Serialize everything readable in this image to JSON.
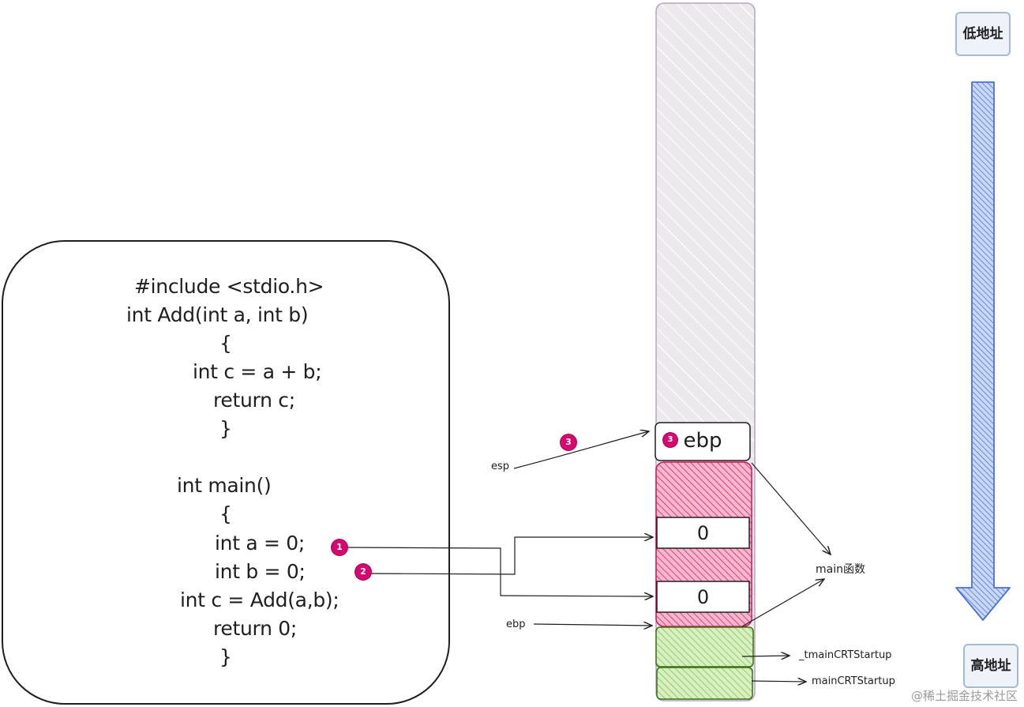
{
  "code": {
    "lines": [
      "#include <stdio.h>",
      "int Add(int a, int b)",
      "{",
      "int c = a + b;",
      "return c;",
      "}",
      "int main()",
      "{",
      "int a = 0;",
      "int b = 0;",
      "int c = Add(a,b);",
      "return 0;",
      "}"
    ]
  },
  "stack": {
    "top_cell_label": "ebp",
    "top_cell_badge": "3",
    "cell_a_value": "0",
    "cell_b_value": "0"
  },
  "badges": {
    "one": "1",
    "two": "2",
    "three": "3"
  },
  "labels": {
    "esp": "esp",
    "ebp": "ebp",
    "main_func": "main函数",
    "tmain_crt": "_tmainCRTStartup",
    "main_crt": "mainCRTStartup"
  },
  "address": {
    "low": "低地址",
    "high": "高地址"
  },
  "watermark": "@稀土掘金技术社区",
  "colors": {
    "stack_gray": "#e9e7ea",
    "stack_border": "#b7a3c3",
    "main_frame": "#e8437c",
    "crt_frame": "#82c341",
    "arrow_blue": "#4a6fd8",
    "badge": "#d6086f"
  }
}
